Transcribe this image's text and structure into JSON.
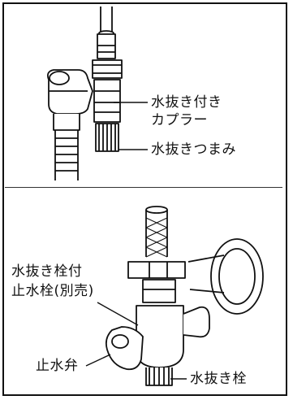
{
  "top_panel": {
    "label_coupler_line1": "水抜き付き",
    "label_coupler_line2": "カプラー",
    "label_knob": "水抜きつまみ"
  },
  "bottom_panel": {
    "label_valve_line1": "水抜き栓付",
    "label_valve_line2": "止水栓(別売)",
    "label_stop_valve": "止水弁",
    "label_drain_plug": "水抜き栓"
  },
  "colors": {
    "line": "#111111",
    "background": "#ffffff"
  }
}
